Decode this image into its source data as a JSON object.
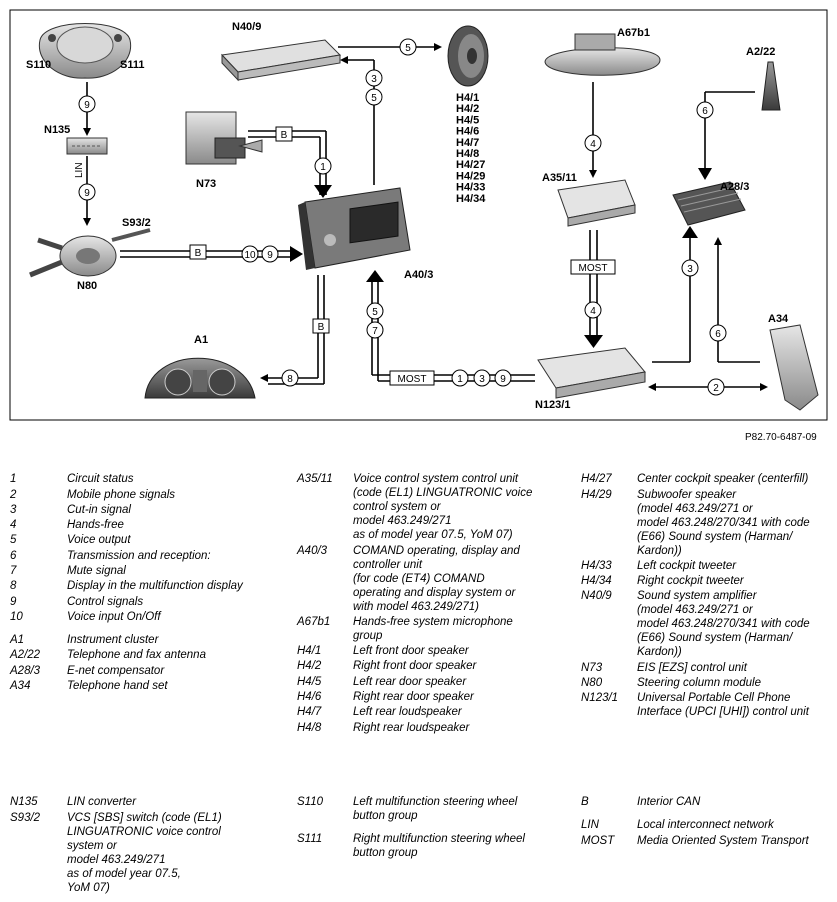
{
  "diagram": {
    "components": {
      "s110": "S110",
      "s111": "S111",
      "n135": "N135",
      "lin": "LIN",
      "s93_2": "S93/2",
      "n80": "N80",
      "n73": "N73",
      "n40_9": "N40/9",
      "a40_3": "A40/3",
      "a1": "A1",
      "a67b1": "A67b1",
      "a35_11": "A35/11",
      "a2_22": "A2/22",
      "a28_3": "A28/3",
      "a34": "A34",
      "n123_1": "N123/1",
      "speakers": [
        "H4/1",
        "H4/2",
        "H4/5",
        "H4/6",
        "H4/7",
        "H4/8",
        "H4/27",
        "H4/29",
        "H4/33",
        "H4/34"
      ]
    },
    "bus_labels": {
      "b": "B",
      "most": "MOST"
    },
    "signal_numbers": [
      "1",
      "2",
      "3",
      "4",
      "5",
      "6",
      "7",
      "8",
      "9",
      "10"
    ],
    "reference": "P82.70-6487-09"
  },
  "legend": {
    "col1": [
      {
        "code": "1",
        "desc": "Circuit status"
      },
      {
        "code": "2",
        "desc": "Mobile phone signals"
      },
      {
        "code": "3",
        "desc": "Cut-in signal"
      },
      {
        "code": "4",
        "desc": "Hands-free"
      },
      {
        "code": "5",
        "desc": "Voice output"
      },
      {
        "code": "6",
        "desc": "Transmission and reception:"
      },
      {
        "code": "7",
        "desc": "Mute signal"
      },
      {
        "code": "8",
        "desc": "Display in the multifunction display"
      },
      {
        "code": "9",
        "desc": "Control signals"
      },
      {
        "code": "10",
        "desc": "Voice input On/Off"
      },
      {
        "code": "A1",
        "desc": "Instrument cluster"
      },
      {
        "code": "A2/22",
        "desc": "Telephone and fax antenna"
      },
      {
        "code": "A28/3",
        "desc": "E-net compensator"
      },
      {
        "code": "A34",
        "desc": "Telephone hand set"
      }
    ],
    "col1b": [
      {
        "code": "N135",
        "desc": "LIN converter"
      },
      {
        "code": "S93/2",
        "desc": "VCS [SBS] switch (code (EL1)\nLINGUATRONIC voice control\nsystem or\nmodel 463.249/271\nas of model year 07.5,\nYoM 07)"
      }
    ],
    "col2": [
      {
        "code": "A35/11",
        "desc": "Voice control system control unit\n(code (EL1) LINGUATRONIC voice\ncontrol system or\nmodel 463.249/271\nas of model year 07.5, YoM 07)"
      },
      {
        "code": "A40/3",
        "desc": "COMAND operating, display and\ncontroller unit\n(for code (ET4) COMAND\noperating and display system or\nwith model 463.249/271)"
      },
      {
        "code": "A67b1",
        "desc": "Hands-free system microphone\ngroup"
      },
      {
        "code": "H4/1",
        "desc": "Left front door speaker"
      },
      {
        "code": "H4/2",
        "desc": "Right front door speaker"
      },
      {
        "code": "H4/5",
        "desc": "Left rear door speaker"
      },
      {
        "code": "H4/6",
        "desc": "Right rear door speaker"
      },
      {
        "code": "H4/7",
        "desc": "Left rear loudspeaker"
      },
      {
        "code": "H4/8",
        "desc": "Right rear loudspeaker"
      }
    ],
    "col2b": [
      {
        "code": "S110",
        "desc": "Left multifunction steering wheel\nbutton group"
      },
      {
        "code": "S111",
        "desc": "Right multifunction steering wheel\nbutton group"
      }
    ],
    "col3": [
      {
        "code": "H4/27",
        "desc": "Center cockpit speaker (centerfill)"
      },
      {
        "code": "H4/29",
        "desc": "Subwoofer speaker\n(model 463.249/271 or\nmodel 463.248/270/341 with code\n(E66) Sound system (Harman/\nKardon))"
      },
      {
        "code": "H4/33",
        "desc": "Left cockpit tweeter"
      },
      {
        "code": "H4/34",
        "desc": "Right cockpit tweeter"
      },
      {
        "code": "N40/9",
        "desc": "Sound system amplifier\n(model 463.249/271 or\nmodel 463.248/270/341 with code\n(E66) Sound system (Harman/\nKardon))"
      },
      {
        "code": "N73",
        "desc": "EIS [EZS] control unit"
      },
      {
        "code": "N80",
        "desc": "Steering column module"
      },
      {
        "code": "N123/1",
        "desc": "Universal Portable Cell Phone\nInterface (UPCI [UHI]) control unit"
      }
    ],
    "col3b": [
      {
        "code": "B",
        "desc": "Interior CAN"
      },
      {
        "code": "LIN",
        "desc": "Local interconnect network"
      },
      {
        "code": "MOST",
        "desc": "Media Oriented System Transport"
      }
    ]
  }
}
